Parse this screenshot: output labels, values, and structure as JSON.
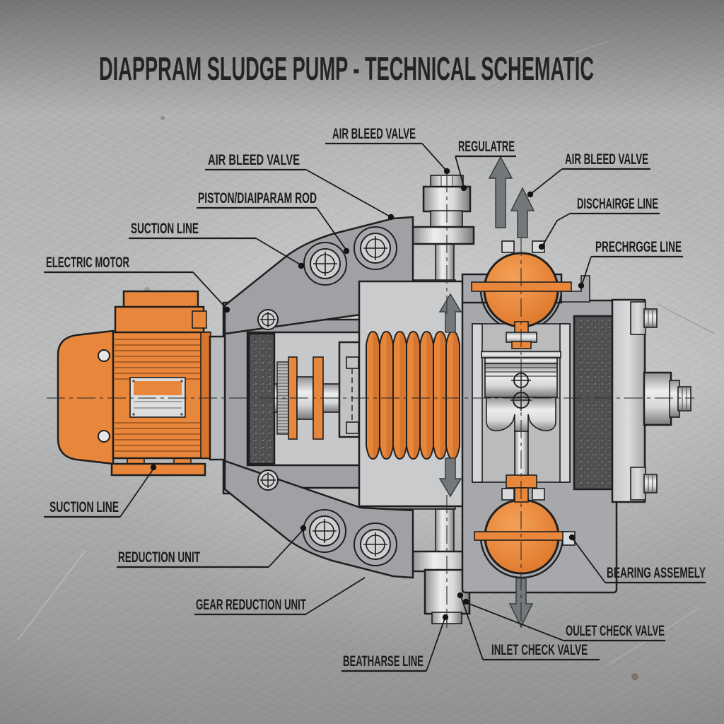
{
  "title": "DIAPPRAM SLUDGE PUMP - TECHNICAL SCHEMATIC",
  "labels": {
    "air_bleed_valve_top": "AIR BLEED VALVE",
    "air_bleed_valve_left": "AIR BLEED VALVE",
    "air_bleed_valve_right": "AIR BLEED VALVE",
    "regulator": "REGULATRE",
    "piston_rod": "PISTON/DIAIPARAM ROD",
    "suction_line_top": "SUCTION LINE",
    "electric_motor": "ELECTRIC MOTOR",
    "discharge_line": "DISCHAIRGE LINE",
    "precharge_line": "PRECHRGGE LINE",
    "suction_line_bottom": "SUCTION LINE",
    "reduction_unit": "REDUCTION UNIT",
    "gear_reduction_unit": "GEAR REDUCTION UNIT",
    "beatharse_line": "BEATHARSE LINE",
    "inlet_check_valve": "INLET CHECK VALVE",
    "outlet_check_valve": "OULET CHECK VALVE",
    "bearing_assembly": "BEARING ASSEMELY"
  },
  "colors": {
    "accent_orange": "#E8873B",
    "dark_outline": "#1F1F1F",
    "housing_gray": "#A6A8AB",
    "chamber_gray": "#C9CBCD",
    "speckle_dark": "#4D4F51",
    "flow_arrow_gray": "#75787A",
    "label_ink": "#1B1B1B",
    "background_gray": "#B4B6B5"
  }
}
